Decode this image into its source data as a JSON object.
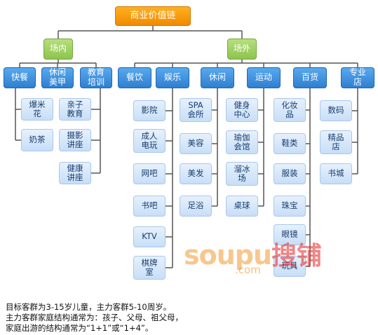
{
  "root": "商业价值链",
  "branches": [
    {
      "label": "场内",
      "categories": [
        {
          "label": "快餐",
          "items": [
            "爆米\n花",
            "奶茶"
          ]
        },
        {
          "label": "休闲\n美甲",
          "items": []
        },
        {
          "label": "教育\n培训",
          "items": [
            "亲子\n教育",
            "摄影\n讲座",
            "健康\n讲座"
          ]
        }
      ]
    },
    {
      "label": "场外",
      "categories": [
        {
          "label": "餐饮",
          "items": []
        },
        {
          "label": "娱乐",
          "items": [
            "影院",
            "成人\n电玩",
            "网吧",
            "书吧",
            "KTV",
            "棋牌\n室"
          ]
        },
        {
          "label": "休闲",
          "items": [
            "SPA\n会所",
            "美容",
            "美发",
            "足浴"
          ]
        },
        {
          "label": "运动",
          "items": [
            "健身\n中心",
            "瑜伽\n会馆",
            "溜冰\n场",
            "桌球"
          ]
        },
        {
          "label": "百货",
          "items": [
            "化妆\n品",
            "鞋类",
            "服装",
            "珠宝",
            "眼镜",
            "玩具"
          ]
        },
        {
          "label": "专业\n店",
          "items": [
            "数码",
            "精品\n店",
            "书城"
          ]
        }
      ]
    }
  ],
  "caption": [
    "目标客群为3-15岁儿童，主力客群5-10周岁。",
    "主力客群家庭结构通常为：孩子、父母、祖父母，",
    "家庭出游的结构通常为“1+1”或“1+4”。"
  ],
  "watermark": {
    "text": "soupu",
    "cn": "搜铺",
    "domain": ".com"
  },
  "colors": {
    "root": "#f59a00",
    "branch": "#8ec44f",
    "category": "#3d8fdf",
    "leaf": "#d6e7fa",
    "line": "#555555"
  }
}
